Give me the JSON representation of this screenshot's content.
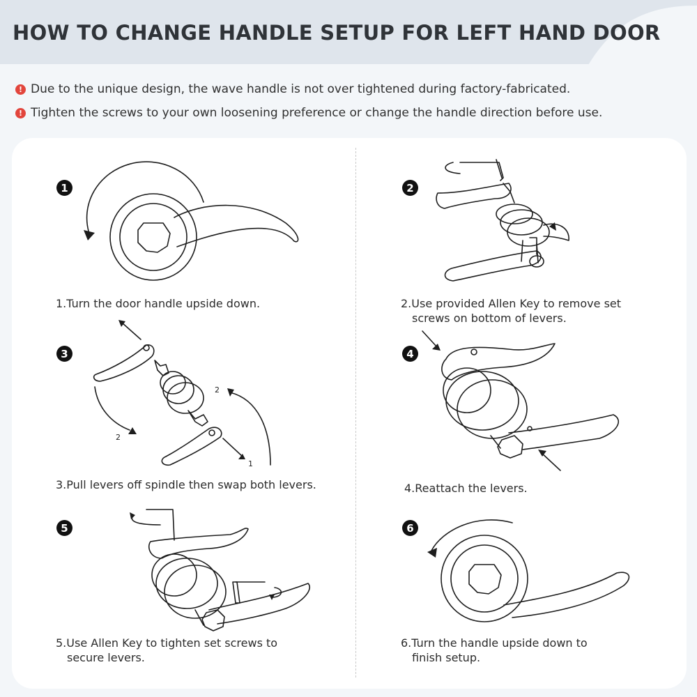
{
  "header": {
    "title": "HOW TO CHANGE HANDLE SETUP FOR LEFT HAND DOOR"
  },
  "notes": [
    "Due to the unique design, the wave handle is not over tightened during factory-fabricated.",
    "Tighten the screws to your own loosening preference or change the handle direction before use."
  ],
  "warning_icon": "warning-circle-icon",
  "colors": {
    "header_bg": "#dfe5ec",
    "page_bg": "#f3f6f9",
    "card_bg": "#ffffff",
    "warning": "#e2453c"
  },
  "steps": [
    {
      "badge": "1",
      "line1": "1.Turn the door handle upside down.",
      "line2": ""
    },
    {
      "badge": "2",
      "line1": "2.Use provided Allen Key to remove set",
      "line2": "screws on bottom of levers."
    },
    {
      "badge": "3",
      "line1": "3.Pull levers off spindle then swap both levers.",
      "line2": ""
    },
    {
      "badge": "4",
      "line1": "4.Reattach the levers.",
      "line2": ""
    },
    {
      "badge": "5",
      "line1": "5.Use Allen Key to tighten set screws to",
      "line2": "secure levers."
    },
    {
      "badge": "6",
      "line1": "6.Turn the handle upside down to",
      "line2": "finish setup."
    }
  ],
  "diagram_labels": {
    "step3_lever_top": "2",
    "step3_lever_bottom": "2",
    "step3_arrow_end": "1"
  }
}
